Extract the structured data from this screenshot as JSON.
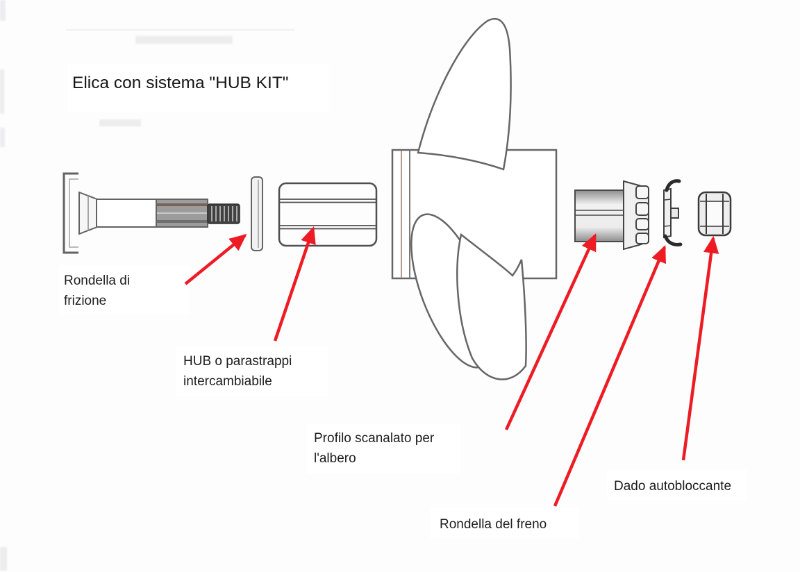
{
  "page": {
    "title": "Elica con sistema \"HUB KIT\""
  },
  "callouts": [
    {
      "part": "friction-washer",
      "line1": "Rondella di",
      "line2": "frizione"
    },
    {
      "part": "hub-insert",
      "line1": "HUB o parastrappi",
      "line2": "intercambiabile"
    },
    {
      "part": "splined-profile",
      "line1": "Profilo scanalato per",
      "line2": "l'albero"
    },
    {
      "part": "lock-nut",
      "line1": "Dado autobloccante",
      "line2": ""
    },
    {
      "part": "brake-washer",
      "line1": "Rondella del freno",
      "line2": ""
    }
  ],
  "parts": [
    "propeller-shaft",
    "friction-washer",
    "hub-insert",
    "propeller",
    "splined-sleeve",
    "brake-washer",
    "lock-nut"
  ],
  "colors": {
    "arrow": "#ed1c24",
    "outline": "#636363",
    "text": "#1c1c1c"
  }
}
